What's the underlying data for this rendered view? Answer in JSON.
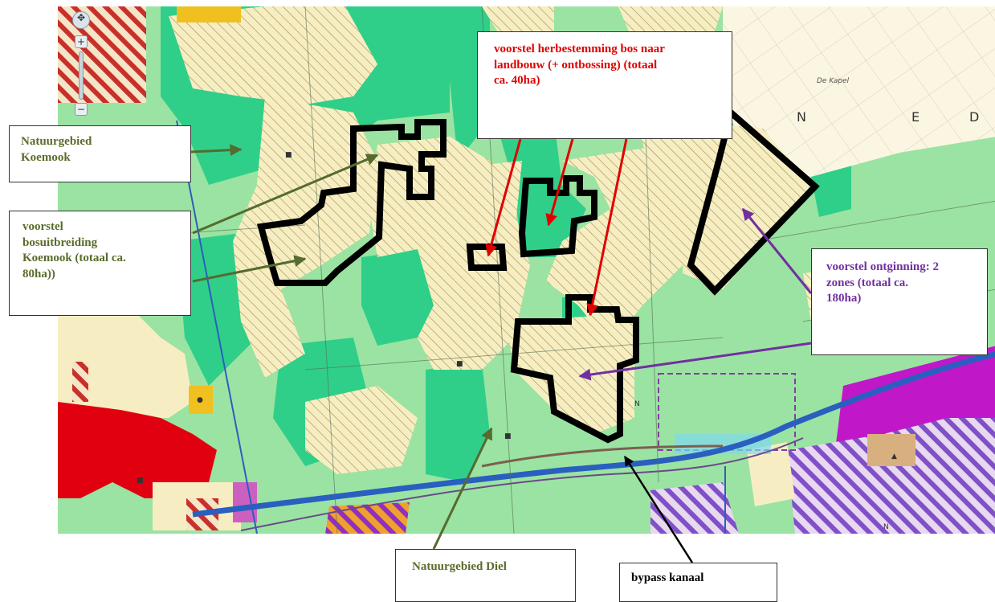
{
  "map": {
    "colors": {
      "nature_green": "#9be3a2",
      "forest_green": "#2fcf8a",
      "agri_yellow": "#f6eec2",
      "hatch": "#a08a48",
      "residential_red": "#e00010",
      "industry_purple": "#c018c8",
      "canal_blue": "#2a5fc0",
      "boundary_black": "#000000"
    },
    "corner_letters": [
      "N",
      "E",
      "D"
    ],
    "small_text": [
      "De Kapel"
    ],
    "zoom_icons": [
      "zoom-in-icon",
      "zoom-out-icon"
    ]
  },
  "labels": {
    "koemook": [
      "Natuurgebied",
      "Koemook"
    ],
    "bosuitbreiding": [
      "voorstel",
      "bosuitbreiding",
      "Koemook (totaal ca.",
      "80ha))"
    ],
    "herbestemming": [
      "voorstel herbestemming bos naar",
      "landbouw (+ ontbossing) (totaal",
      "ca. 40ha)"
    ],
    "ontginning": [
      "voorstel ontginning: 2",
      "zones (totaal ca.",
      "180ha)"
    ],
    "diel": "Natuurgebied Diel",
    "bypass": "bypass kanaal"
  },
  "arrow_colors": {
    "green": "#556b2f",
    "red": "#e00000",
    "purple": "#7030a0",
    "black": "#000000"
  }
}
